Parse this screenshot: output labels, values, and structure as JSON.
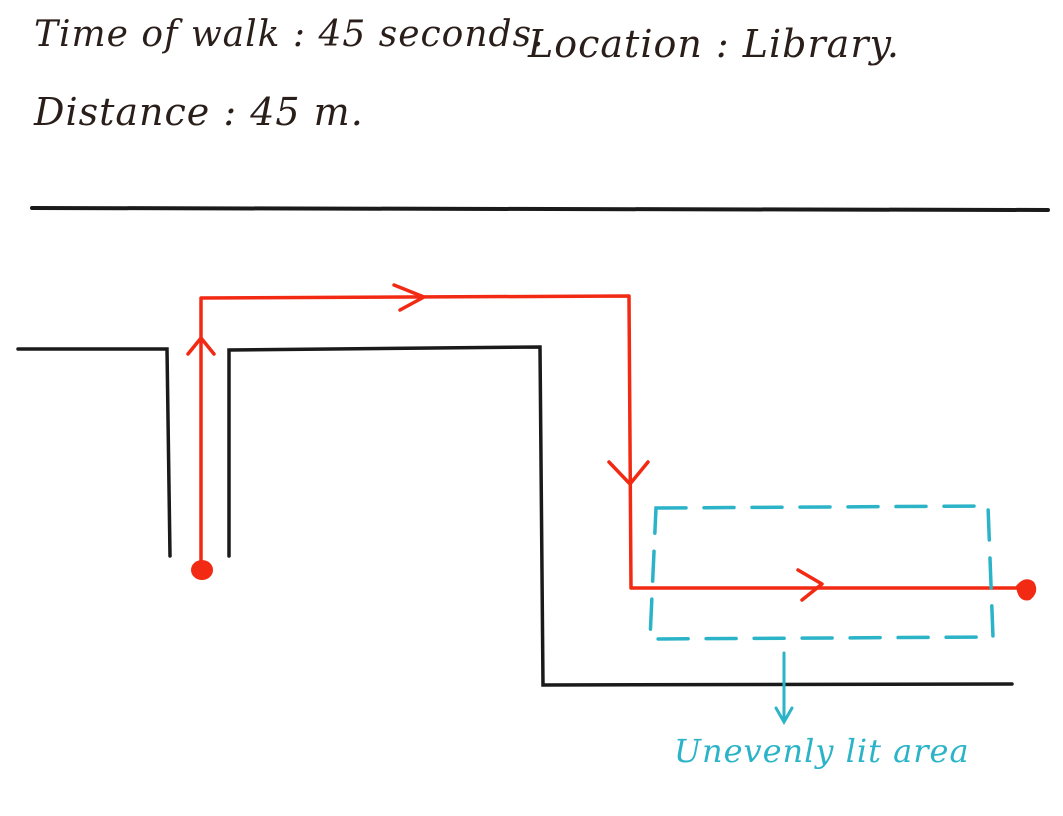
{
  "header": {
    "time_of_walk": "Time of walk : 45 seconds.",
    "location": "Location : Library.",
    "distance": "Distance : 45 m."
  },
  "annotation": {
    "area_label": "Unevenly lit area"
  },
  "colors": {
    "ink": "#1a1a1a",
    "path": "#f22a14",
    "area": "#2bb3c8",
    "text": "#2a1e1a"
  }
}
